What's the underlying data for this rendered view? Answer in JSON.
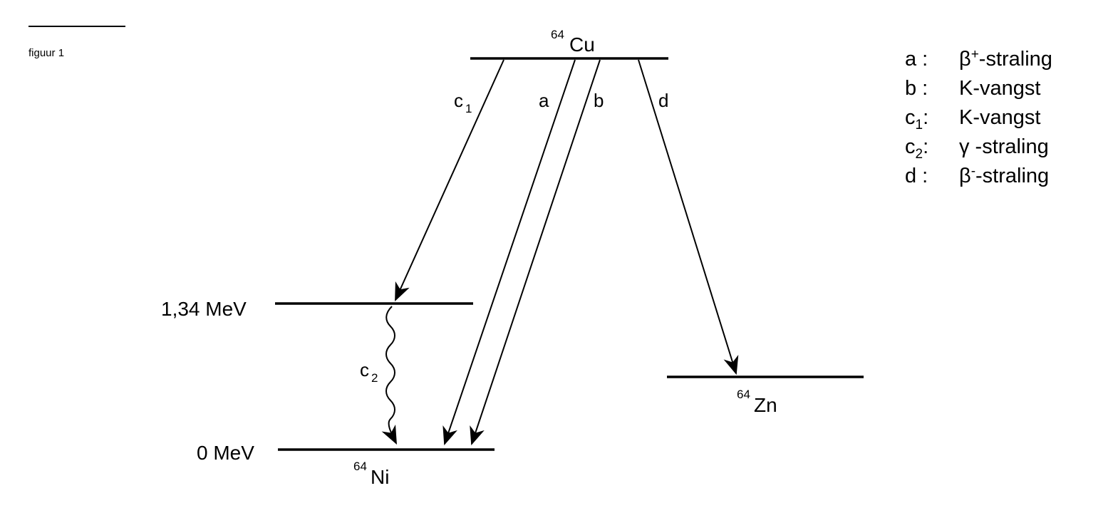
{
  "header": {
    "figure_label": "figuur 1"
  },
  "nuclides": {
    "parent": {
      "mass": "64",
      "symbol": "Cu"
    },
    "daughter_ni": {
      "mass": "64",
      "symbol": "Ni"
    },
    "daughter_zn": {
      "mass": "64",
      "symbol": "Zn"
    }
  },
  "levels": {
    "excited": "1,34 MeV",
    "ground": "0 MeV"
  },
  "transitions": {
    "c1": {
      "letter": "c",
      "index": "1"
    },
    "a": {
      "letter": "a"
    },
    "b": {
      "letter": "b"
    },
    "d": {
      "letter": "d"
    },
    "c2": {
      "letter": "c",
      "index": "2"
    }
  },
  "legend": [
    {
      "key": "a :",
      "key_sub": "",
      "symbol": "β",
      "symbol_sup": "+",
      "text": "-straling"
    },
    {
      "key": "b :",
      "key_sub": "",
      "symbol": "",
      "symbol_sup": "",
      "text": "K-vangst"
    },
    {
      "key": "c",
      "key_sub": "1",
      "key_suffix": ":",
      "symbol": "",
      "symbol_sup": "",
      "text": "K-vangst"
    },
    {
      "key": "c",
      "key_sub": "2",
      "key_suffix": ":",
      "symbol": "γ",
      "symbol_sup": "",
      "text": " -straling"
    },
    {
      "key": "d :",
      "key_sub": "",
      "symbol": "β",
      "symbol_sup": "-",
      "text": "-straling"
    }
  ]
}
